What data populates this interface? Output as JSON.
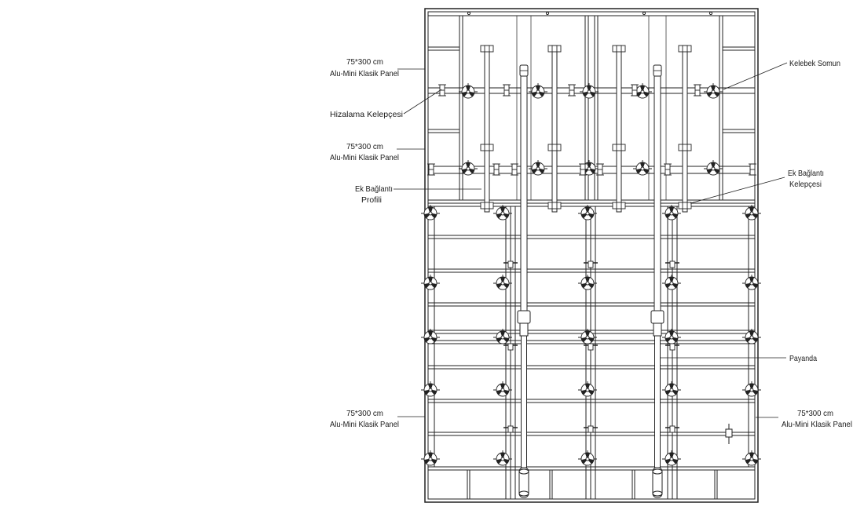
{
  "diagram": {
    "left_panel_top": {
      "size": "75*300 cm",
      "name": "Alu-Mini Klasik Panel"
    },
    "alignment_clamp": {
      "text": "Hizalama Kelepçesi"
    },
    "left_panel_middle": {
      "size": "75*300 cm",
      "name": "Alu-Mini Klasik Panel"
    },
    "connection_profile": {
      "line1": "Ek Bağlantı",
      "line2": "Profili"
    },
    "left_panel_bottom": {
      "size": "75*300 cm",
      "name": "Alu-Mini Klasik Panel"
    },
    "wing_nut": {
      "text": "Kelebek Somun"
    },
    "connection_clamp": {
      "line1": "Ek Bağlantı",
      "line2": "Kelepçesi"
    },
    "prop": {
      "text": "Payanda"
    },
    "right_panel_bottom": {
      "size": "75*300 cm",
      "name": "Alu-Mini Klasik Panel"
    }
  },
  "colors": {
    "line": "#222222",
    "background": "#ffffff"
  }
}
